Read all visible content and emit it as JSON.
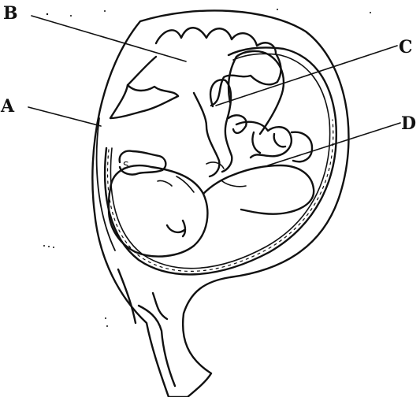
{
  "labels": {
    "a": "A",
    "b": "B",
    "c": "C",
    "d": "D",
    "s": "S"
  }
}
